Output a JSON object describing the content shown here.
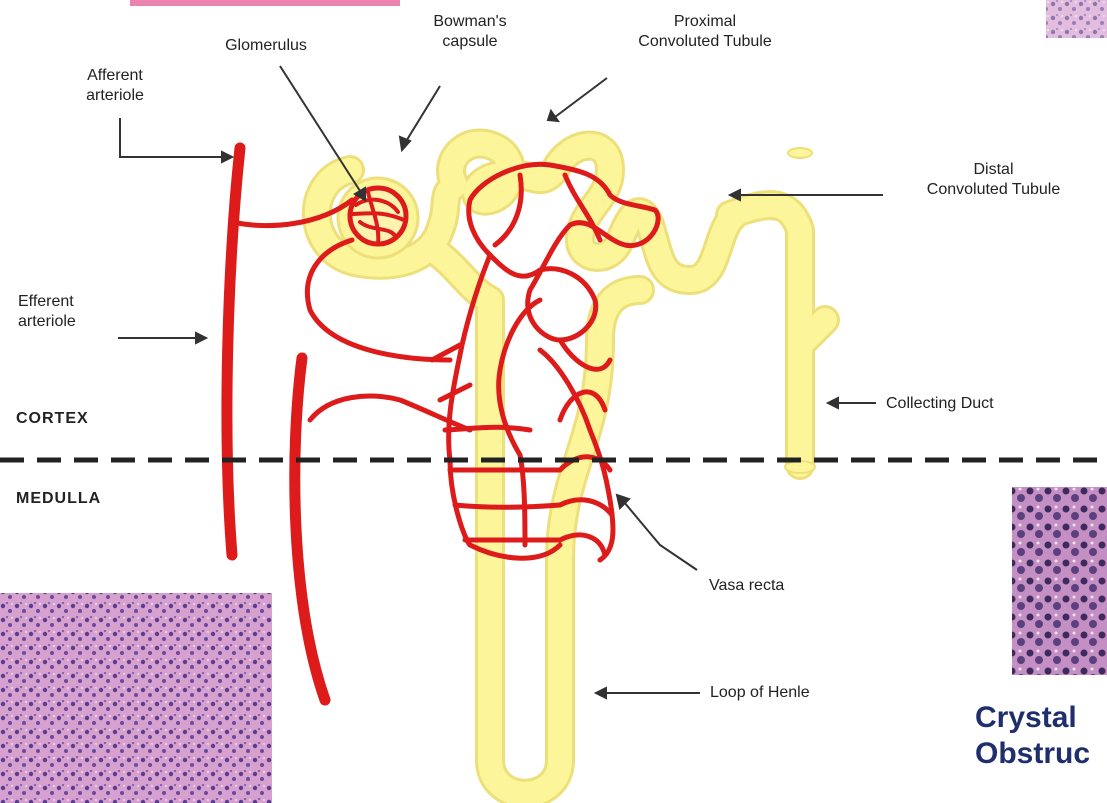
{
  "labels": {
    "glomerulus": "Glomerulus",
    "bowmans_capsule": "Bowman's\ncapsule",
    "proximal_tubule": "Proximal\nConvoluted Tubule",
    "afferent_arteriole": "Afferent\narteriole",
    "distal_tubule": "Distal\nConvoluted Tubule",
    "efferent_arteriole": "Efferent\narteriole",
    "collecting_duct": "Collecting Duct",
    "vasa_recta": "Vasa recta",
    "loop_of_henle": "Loop of Henle"
  },
  "zones": {
    "cortex": "CORTEX",
    "medulla": "MEDULLA"
  },
  "caption": "Crystal\nObstruc",
  "colors": {
    "tubule": "#fcf59a",
    "tubule_edge": "#ede07a",
    "vessel": "#dd1b1b",
    "histology": "#c98ac4",
    "caption": "#1f2f6e"
  }
}
